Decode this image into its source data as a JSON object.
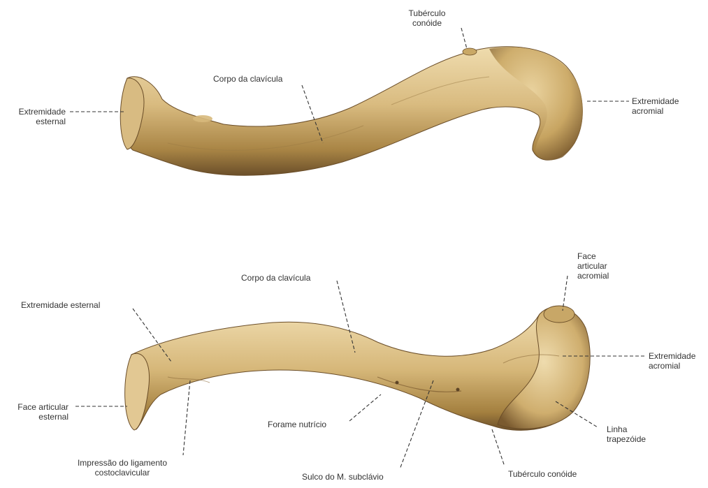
{
  "colors": {
    "bone_light": "#e6cf9c",
    "bone_mid": "#cfaf72",
    "bone_dark": "#8c6b3a",
    "bone_shadow": "#5e4526",
    "label_text": "#333333",
    "leader_line": "#333333",
    "background": "#ffffff"
  },
  "top_view": {
    "labels": {
      "tuberculo_conoide": [
        "Tubérculo",
        "conóide"
      ],
      "corpo_da_clavicula": "Corpo da clavícula",
      "extremidade_esternal": [
        "Extremidade",
        "esternal"
      ],
      "extremidade_acromial": [
        "Extremidade",
        "acromial"
      ]
    }
  },
  "bottom_view": {
    "labels": {
      "corpo_da_clavicula": "Corpo da clavícula",
      "face_articular_acromial": [
        "Face",
        "articular",
        "acromial"
      ],
      "extremidade_esternal": "Extremidade esternal",
      "extremidade_acromial": [
        "Extremidade",
        "acromial"
      ],
      "face_articular_esternal": [
        "Face articular",
        "esternal"
      ],
      "forame_nutricio": "Forame nutrício",
      "linha_trapezoide": [
        "Linha",
        "trapezóide"
      ],
      "impressao_ligamento": [
        "Impressão do ligamento",
        "costoclavicular"
      ],
      "sulco_subclavio": "Sulco do M. subclávio",
      "tuberculo_conoide": "Tubérculo conóide"
    }
  }
}
